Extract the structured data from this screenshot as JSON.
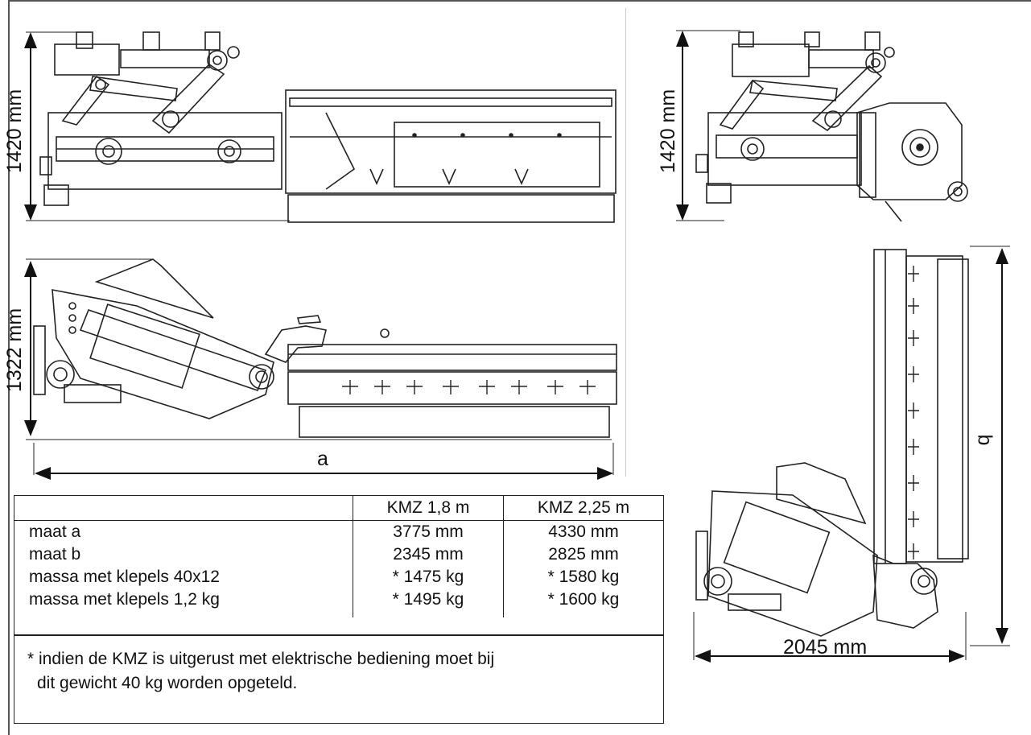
{
  "dimensions": {
    "side_view_height": "1420 mm",
    "rear_view_height": "1420 mm",
    "working_height": "1322 mm",
    "width_label": "2045 mm",
    "length_label": "a",
    "reach_label": "b"
  },
  "table": {
    "headers": [
      "",
      "KMZ 1,8 m",
      "KMZ 2,25 m"
    ],
    "rows": [
      {
        "label": "maat a",
        "v1": "3775 mm",
        "v2": "4330 mm"
      },
      {
        "label": "maat b",
        "v1": "2345 mm",
        "v2": "2825 mm"
      },
      {
        "label": "massa met klepels 40x12",
        "v1": "* 1475 kg",
        "v2": "* 1580 kg"
      },
      {
        "label": "massa met klepels 1,2 kg",
        "v1": "* 1495 kg",
        "v2": "* 1600 kg"
      }
    ],
    "footnote_line1": "* indien de KMZ is uitgerust met elektrische bediening moet bij",
    "footnote_line2": "dit gewicht 40 kg worden opgeteld."
  }
}
